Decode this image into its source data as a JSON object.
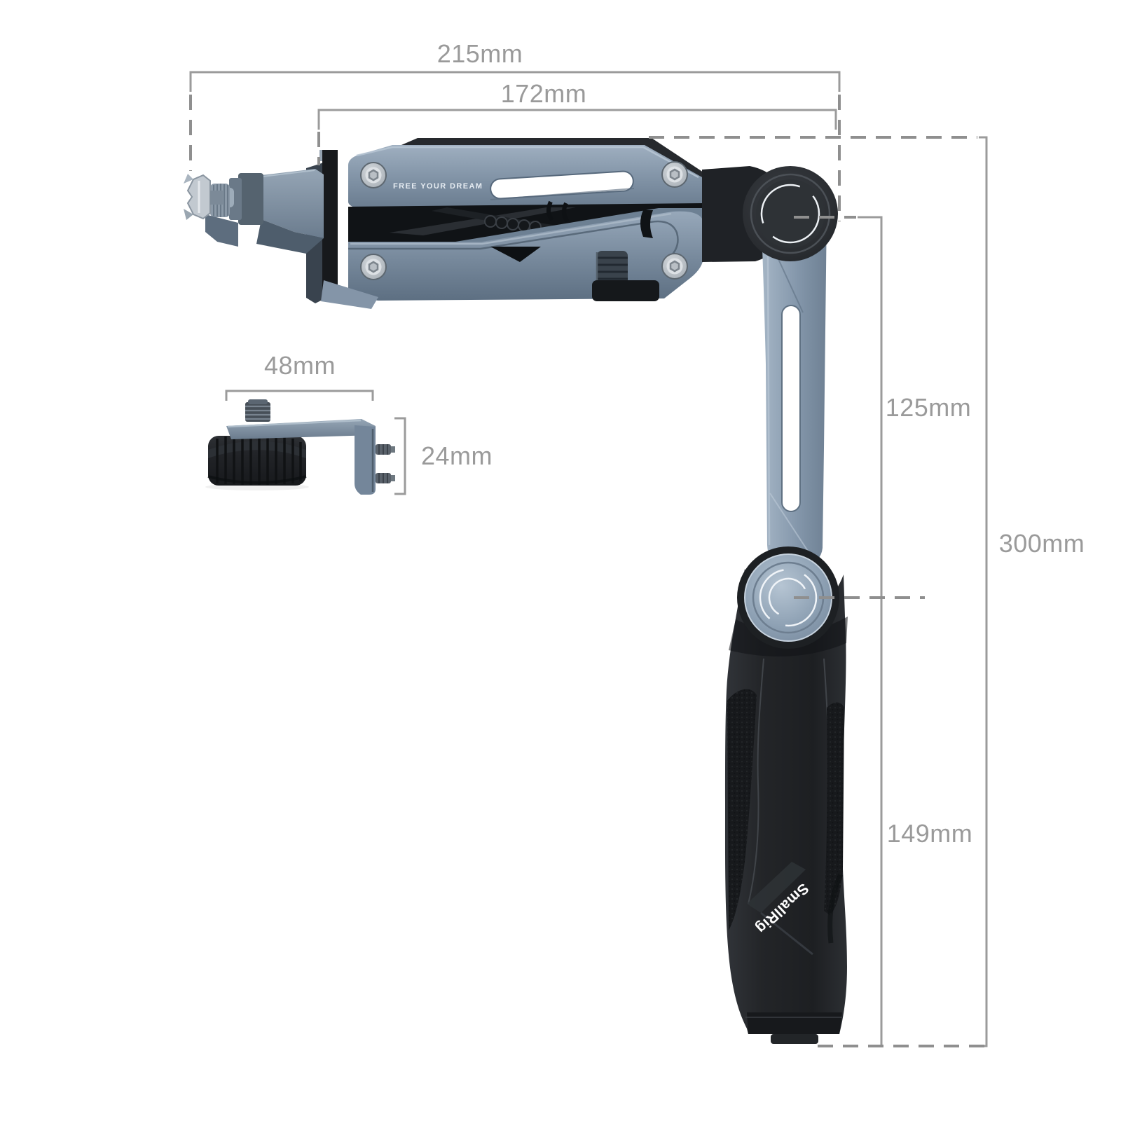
{
  "product": {
    "engraving": "FREE YOUR DREAM",
    "brand": "SmallRig"
  },
  "annotations": {
    "top_width": "215mm",
    "inner_width": "172mm",
    "accessory_width": "48mm",
    "accessory_height": "24mm",
    "upper_segment_height": "125mm",
    "total_height": "300mm",
    "handle_segment_height": "149mm"
  },
  "colors": {
    "background": "#ffffff",
    "dimension_lines": "#9b9b9b",
    "dashed_lines": "#8f8f8f",
    "label_text": "#9a9a9a",
    "metal_blue_gray": "#8296aa",
    "black_parts": "#1d2023",
    "engraving_text": "#e6ecf2",
    "brand_text": "#ffffff"
  }
}
